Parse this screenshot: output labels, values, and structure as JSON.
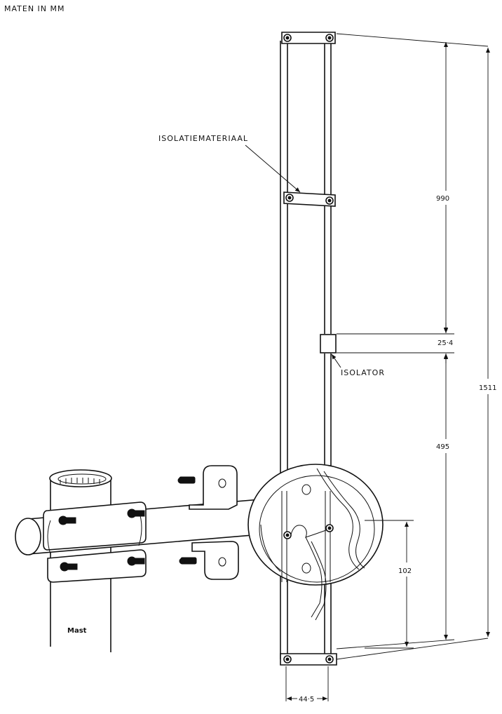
{
  "header": {
    "units_note": "MATEN IN MM"
  },
  "labels": {
    "insulation_material": "ISOLATIEMATERIAAL",
    "insulator": "ISOLATOR",
    "mast": "Mast"
  },
  "dimensions": {
    "upper_length": "990",
    "gap": "25·4",
    "lower_length": "495",
    "total_length": "1511",
    "box_offset": "102",
    "element_spacing": "44·5"
  }
}
